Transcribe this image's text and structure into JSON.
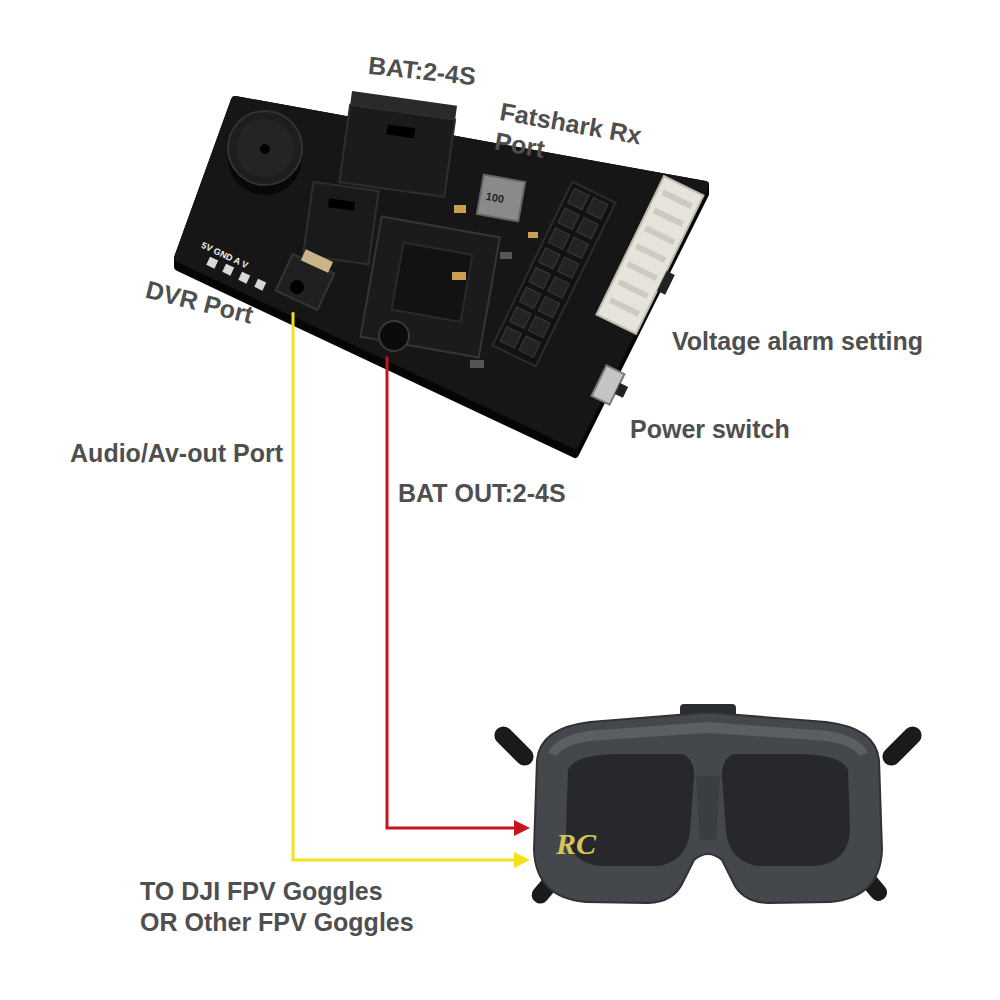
{
  "diagram": {
    "nodes": [
      {
        "text": [
          "5V GND A V"
        ]
      },
      {
        "text": [
          "TO DJI FPV Goggles OR Other FPV Goggles"
        ]
      }
    ],
    "edges": [
      {
        "from": 0,
        "to": 1,
        "arrow": "to",
        "label": "Audio/Av-out Port"
      },
      {
        "from": 0,
        "to": 1,
        "arrow": "to",
        "label": "BAT OUT:2-4S"
      }
    ],
    "labels": [
      "BAT:2-4S",
      "Fatshark Rx Port",
      "DVR Port",
      "100",
      "Voltage alarm setting",
      "Power switch",
      "RC"
    ]
  }
}
